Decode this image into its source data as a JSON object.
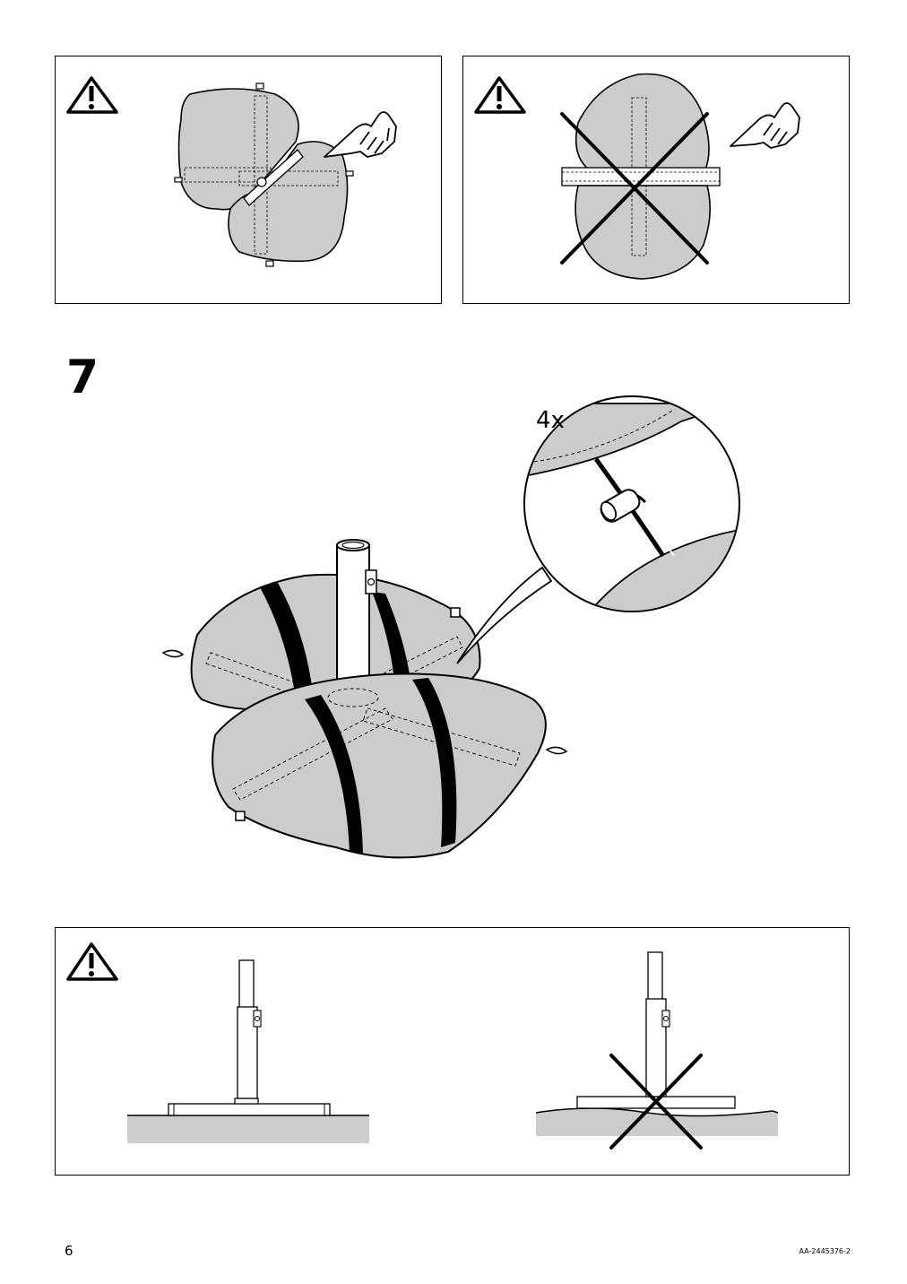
{
  "step": {
    "number": "7",
    "quantity": "4x"
  },
  "footer": {
    "page_number": "6",
    "doc_code": "AA-2445376-2"
  },
  "icons": {
    "warning": "warning-triangle-icon",
    "pointing_hand": "pointing-hand-icon",
    "cross": "cross-out-icon"
  },
  "colors": {
    "line": "#000000",
    "fill": "#cccccc",
    "background": "#ffffff"
  }
}
